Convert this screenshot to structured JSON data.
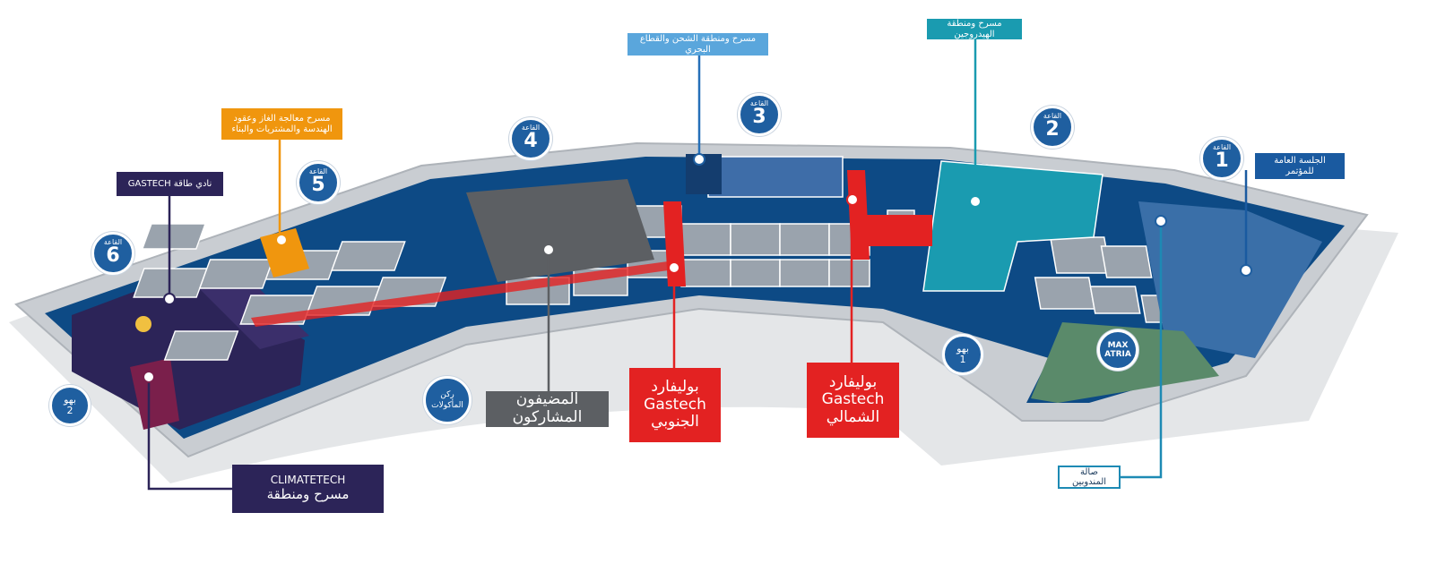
{
  "halls": [
    {
      "word": "القاعة",
      "number": "1"
    },
    {
      "word": "القاعة",
      "number": "2"
    },
    {
      "word": "القاعة",
      "number": "3"
    },
    {
      "word": "القاعة",
      "number": "4"
    },
    {
      "word": "القاعة",
      "number": "5"
    },
    {
      "word": "القاعة",
      "number": "6"
    }
  ],
  "foyers": [
    {
      "word": "بهو",
      "number": "1"
    },
    {
      "word": "بهو",
      "number": "2"
    }
  ],
  "max_atria": "MAX ATRIA",
  "food_corner": "ركن المأكولات",
  "labels": {
    "hydrogen": "مسرح ومنطقة الهيدروجين",
    "shipping": "مسرح ومنطقة الشحن والقطاع البحري",
    "gas_processing": "مسرح معالجة الغاز وعقود الهندسة والمشتريات والبناء",
    "energy_club": "نادي طاقة GASTECH",
    "plenary": "الجلسة العامة للمؤتمر",
    "delegates": "صالة المندوبين",
    "climatetech_line1": "CLIMATETECH",
    "climatetech_line2": "مسرح ومنطقة",
    "host": "المضيفون المشاركون",
    "south_line1": "بوليفارد",
    "south_line2": "Gastech",
    "south_line3": "الجنوبي",
    "north_line1": "بوليفارد",
    "north_line2": "Gastech",
    "north_line3": "الشمالي"
  },
  "colors": {
    "floor": "#0d4a85",
    "stand": "#9aa3ad",
    "wall": "#c9cdd2",
    "hydrogen": "#1a9bb0",
    "shipping": "#5aa6dc",
    "gas": "#f0960e",
    "club": "#2c2458",
    "climatetech": "#2c2458",
    "host": "#5c5f63",
    "boulevard": "#e32222",
    "plenary": "#3a6fa8"
  }
}
